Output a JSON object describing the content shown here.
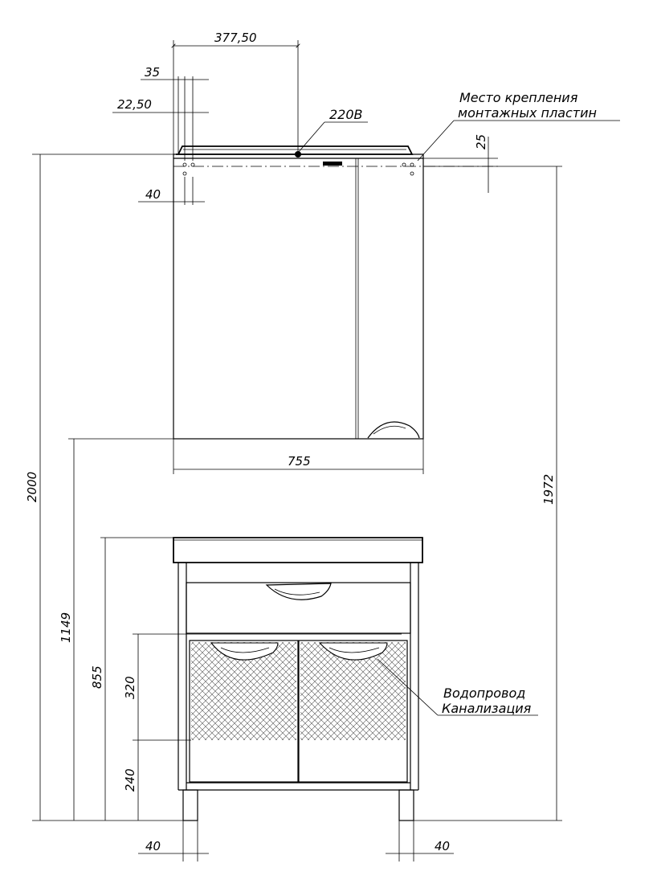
{
  "dimensions": {
    "offset_outlet": "377,50",
    "bracket_35": "35",
    "bracket_22": "22,50",
    "hole_left": "40",
    "plate_height": "25",
    "mirror_width": "755",
    "total_height": "2000",
    "install_height": "1972",
    "cabinet_top_1149": "1149",
    "vanity_height": "855",
    "pipe_zone": "320",
    "pipe_low": "240",
    "leg_left": "40",
    "leg_right": "40"
  },
  "labels": {
    "outlet": "220В",
    "mount_line1": "Место крепления",
    "mount_line2": "монтажных пластин",
    "water_line1": "Водопровод",
    "water_line2": "Канализация"
  }
}
